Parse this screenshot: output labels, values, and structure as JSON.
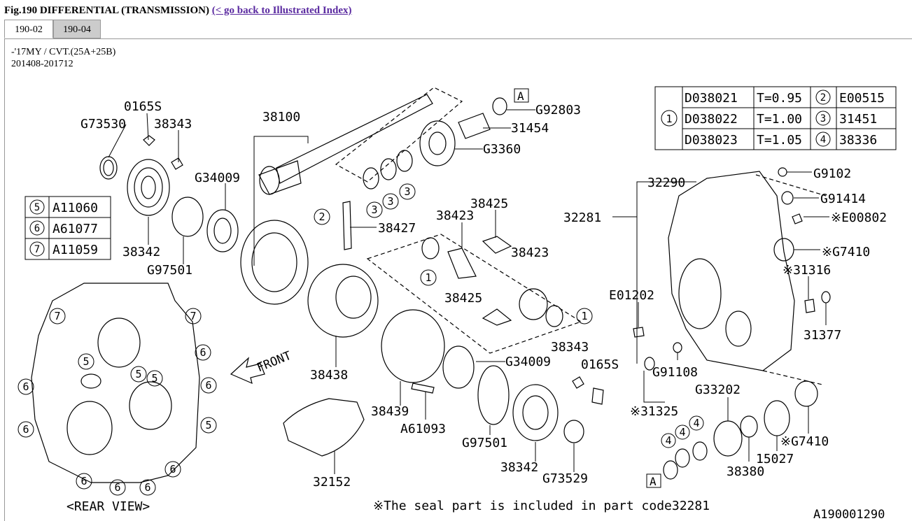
{
  "header": {
    "title": "Fig.190 DIFFERENTIAL (TRANSMISSION)",
    "back_link": "(< go back to Illustrated Index)"
  },
  "tabs": [
    {
      "label": "190-02",
      "active": true
    },
    {
      "label": "190-04",
      "active": false
    }
  ],
  "variant": {
    "line1": "-'17MY / CVT.(25A+25B)",
    "line2": "201408-201712"
  },
  "diagram": {
    "parts": {
      "p0165s_a": "0165S",
      "g73530": "G73530",
      "p38343_a": "38343",
      "p38100": "38100",
      "g92803": "G92803",
      "p31454": "31454",
      "g3360": "G3360",
      "g34009_a": "G34009",
      "p38342_a": "38342",
      "g97501_a": "G97501",
      "p38427": "38427",
      "p38423_a": "38423",
      "p38425_a": "38425",
      "p38423_b": "38423",
      "p38425_b": "38425",
      "p38438": "38438",
      "g34009_b": "G34009",
      "p38343_b": "38343",
      "p0165s_b": "0165S",
      "p38439": "38439",
      "a61093": "A61093",
      "g97501_b": "G97501",
      "p38342_b": "38342",
      "g73529": "G73529",
      "p32152": "32152",
      "p32290": "32290",
      "p32281": "32281",
      "g9102": "G9102",
      "g91414": "G91414",
      "e00802": "※E00802",
      "g7410_a": "※G7410",
      "p31316": "※31316",
      "e01202": "E01202",
      "p31377": "31377",
      "g91108": "G91108",
      "g33202": "G33202",
      "p31325": "※31325",
      "g7410_b": "※G7410",
      "p15027": "15027",
      "p38380": "38380",
      "front": "FRONT",
      "rear_view": "<REAR VIEW>",
      "box_a": "A"
    },
    "callout_numbers": [
      "1",
      "2",
      "3",
      "4",
      "5",
      "6",
      "7"
    ],
    "table1": {
      "rows": [
        {
          "part": "D038021",
          "spec": "T=0.95",
          "ref": "2",
          "ref_part": "E00515"
        },
        {
          "part": "D038022",
          "spec": "T=1.00",
          "ref": "3",
          "ref_part": "31451"
        },
        {
          "part": "D038023",
          "spec": "T=1.05",
          "ref": "4",
          "ref_part": "38336"
        }
      ]
    },
    "table2": {
      "rows": [
        {
          "ref": "5",
          "part": "A11060"
        },
        {
          "ref": "6",
          "part": "A61077"
        },
        {
          "ref": "7",
          "part": "A11059"
        }
      ]
    },
    "footnote": "※The seal part is included in part code32281",
    "figure_code": "A190001290"
  }
}
